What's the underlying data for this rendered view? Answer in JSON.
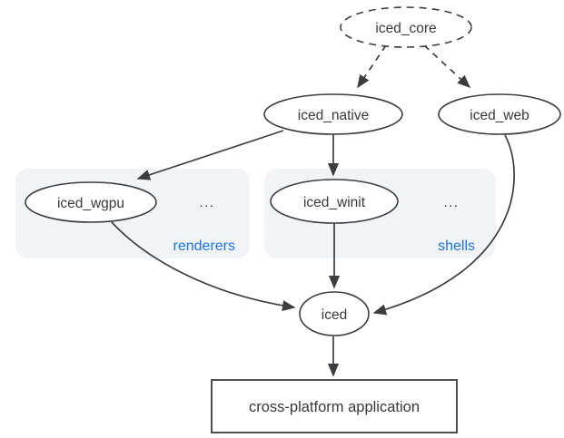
{
  "diagram": {
    "type": "dependency-graph",
    "nodes": {
      "iced_core": {
        "label": "iced_core",
        "shape": "dashed-ellipse"
      },
      "iced_native": {
        "label": "iced_native",
        "shape": "ellipse"
      },
      "iced_web": {
        "label": "iced_web",
        "shape": "ellipse"
      },
      "iced_wgpu": {
        "label": "iced_wgpu",
        "shape": "ellipse"
      },
      "iced_winit": {
        "label": "iced_winit",
        "shape": "ellipse"
      },
      "iced": {
        "label": "iced",
        "shape": "ellipse"
      },
      "app": {
        "label": "cross-platform application",
        "shape": "rectangle"
      }
    },
    "groups": {
      "renderers": {
        "label": "renderers",
        "ellipsis": "...",
        "contains": [
          "iced_wgpu"
        ]
      },
      "shells": {
        "label": "shells",
        "ellipsis": "...",
        "contains": [
          "iced_winit"
        ]
      }
    },
    "edges": [
      {
        "from": "iced_core",
        "to": "iced_native",
        "style": "dashed"
      },
      {
        "from": "iced_core",
        "to": "iced_web",
        "style": "dashed"
      },
      {
        "from": "iced_native",
        "to": "iced_wgpu",
        "style": "solid"
      },
      {
        "from": "iced_native",
        "to": "iced_winit",
        "style": "solid"
      },
      {
        "from": "iced_wgpu",
        "to": "iced",
        "style": "solid"
      },
      {
        "from": "iced_winit",
        "to": "iced",
        "style": "solid"
      },
      {
        "from": "iced_web",
        "to": "iced",
        "style": "solid"
      },
      {
        "from": "iced",
        "to": "app",
        "style": "solid"
      }
    ],
    "colors": {
      "background": "#ffffff",
      "line": "#3b3d40",
      "text": "#36383b",
      "group_fill": "#f1f3f6",
      "group_label_blue": "#1a73e8",
      "node_fill": "#ffffff"
    }
  }
}
